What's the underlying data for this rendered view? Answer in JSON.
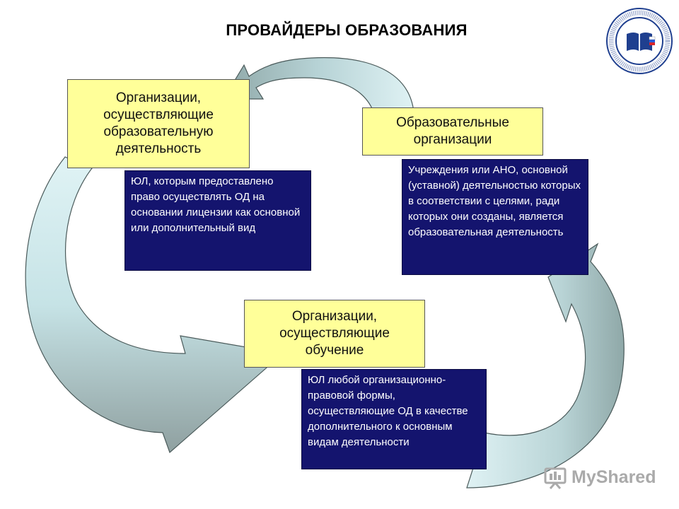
{
  "title": "ПРОВАЙДЕРЫ ОБРАЗОВАНИЯ",
  "boxes": {
    "org_activity": "Организации, осуществляющие образовательную деятельность",
    "org_activity_desc": "ЮЛ, которым предоставлено право осуществлять ОД на основании лицензии как основной или дополнительный вид",
    "edu_orgs": "Образовательные организации",
    "edu_orgs_desc": "Учреждения или АНО, основной (уставной) деятельностью которых в соответствии с целями, ради которых они созданы, является образовательная деятельность",
    "org_training": "Организации, осуществляющие обучение",
    "org_training_desc": "ЮЛ любой организационно-правовой формы, осуществляющие ОД в качестве дополнительного к основным видам деятельности"
  },
  "watermark": "MyShared",
  "colors": {
    "yellow_box": "#ffff99",
    "navy_box": "#14146e",
    "arrow_light": "#c9e6ea",
    "arrow_dark": "#8fa8a8"
  },
  "icons": [
    "logo-emblem-icon",
    "presentation-icon"
  ]
}
